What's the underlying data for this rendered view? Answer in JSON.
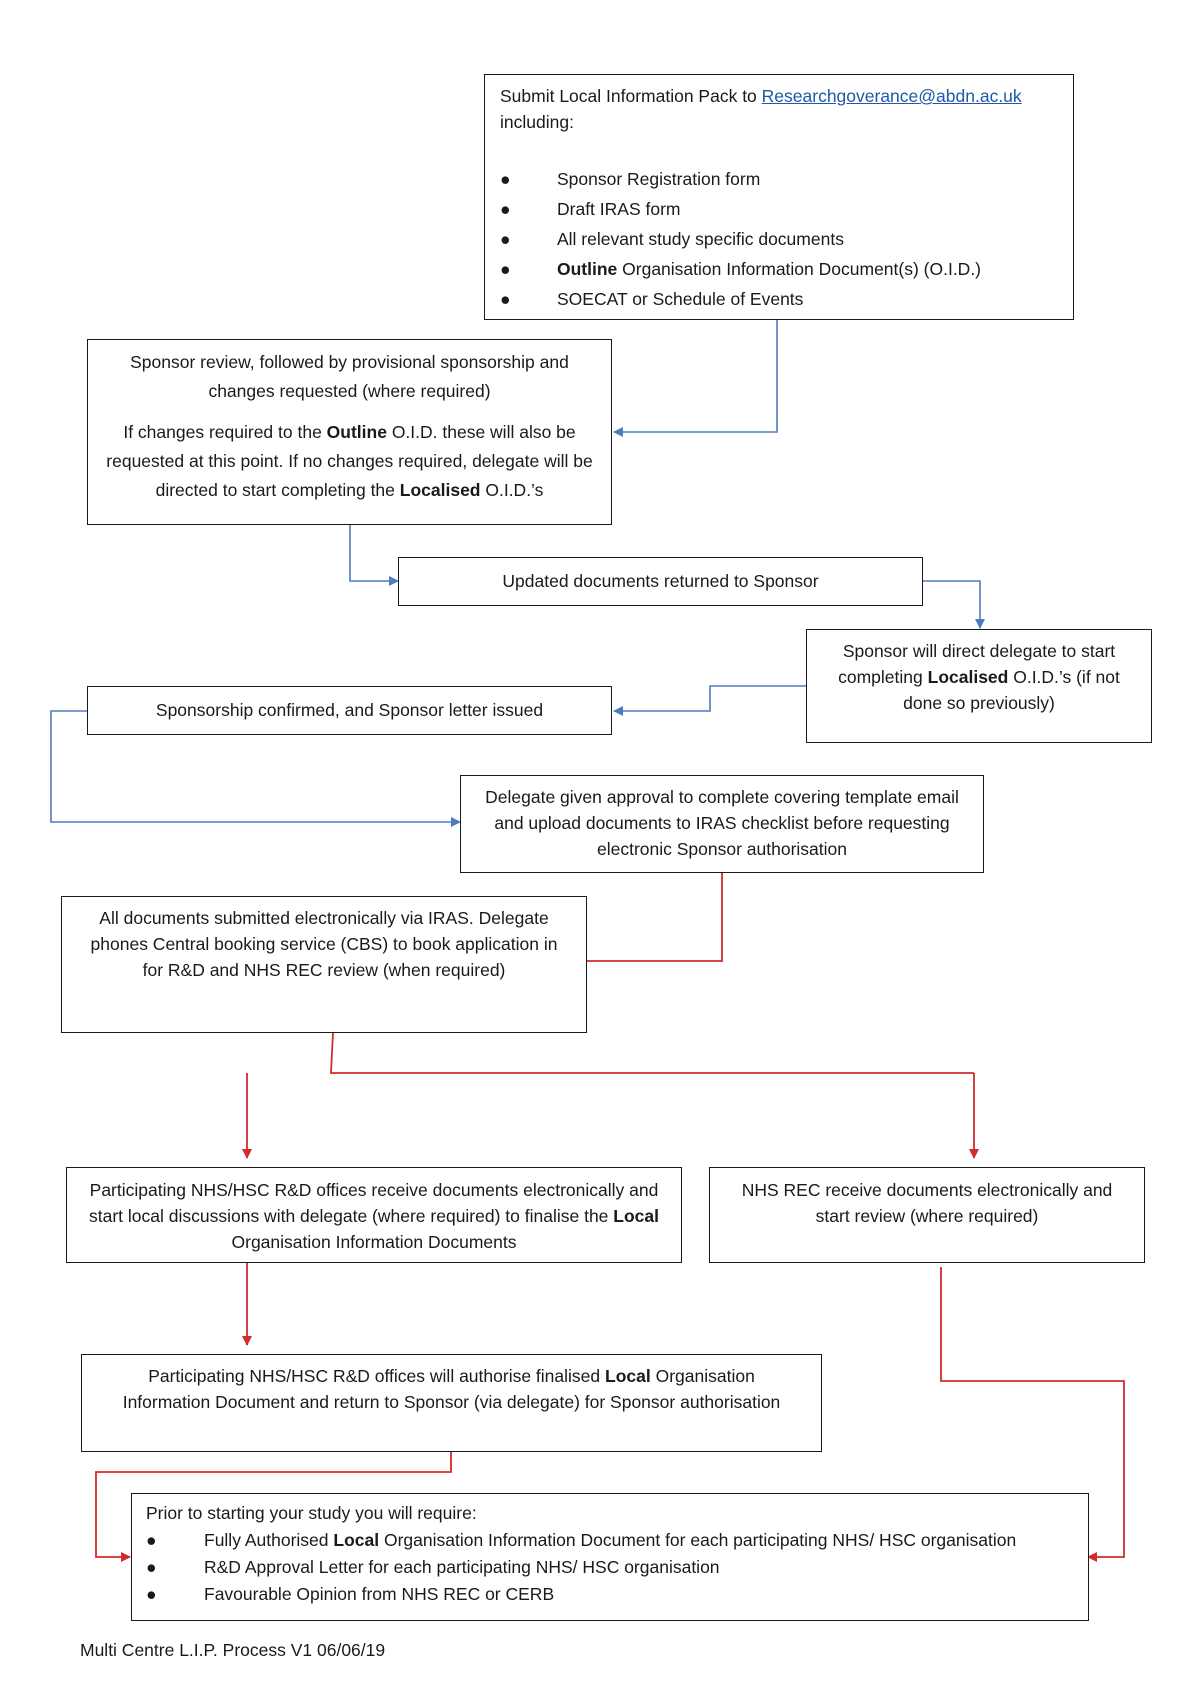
{
  "box1": {
    "intro": "Submit Local Information Pack to ",
    "email": "Researchgoverance@abdn.ac.uk",
    "intro_tail": "including:",
    "items": [
      {
        "bold": "",
        "text": "Sponsor Registration form"
      },
      {
        "bold": "",
        "text": "Draft IRAS form"
      },
      {
        "bold": "",
        "text": "All relevant study specific documents"
      },
      {
        "bold": "Outline",
        "text": " Organisation Information Document(s) (O.I.D.)"
      },
      {
        "bold": "",
        "text": "SOECAT or Schedule of Events"
      }
    ]
  },
  "box2": {
    "p1": "Sponsor review, followed by provisional sponsorship and changes requested (where required)",
    "p2_a": "If changes required to the ",
    "p2_b": "Outline",
    "p2_c": " O.I.D. these will also be requested at this point. If no changes required, delegate will be directed to start completing the ",
    "p2_d": "Localised",
    "p2_e": " O.I.D.’s"
  },
  "box3": {
    "text": "Updated documents returned to Sponsor"
  },
  "box4": {
    "a": "Sponsor will direct delegate to start completing ",
    "b": "Localised",
    "c": " O.I.D.’s (if not done so previously)"
  },
  "box5": {
    "text": "Sponsorship confirmed, and Sponsor letter issued"
  },
  "box6": {
    "text": "Delegate given approval to complete covering template email and upload documents to IRAS checklist before requesting electronic Sponsor authorisation"
  },
  "box7": {
    "text": "All documents submitted electronically via IRAS. Delegate phones Central booking service (CBS) to book application in for R&D and NHS REC review (when required)"
  },
  "box8": {
    "a": "Participating NHS/HSC R&D offices receive documents  electronically and start local discussions with delegate (where required) to finalise the ",
    "b": "Local",
    "c": " Organisation Information Documents"
  },
  "box9": {
    "text": "NHS REC receive documents electronically and start review (where required)"
  },
  "box10": {
    "a": "Participating NHS/HSC R&D offices will authorise finalised ",
    "b": "Local",
    "c": " Organisation Information Document and return to Sponsor (via delegate) for Sponsor authorisation"
  },
  "box11": {
    "intro": "Prior to starting your study you will require:",
    "items": [
      {
        "pre": "Fully Authorised ",
        "bold": "Local",
        "post": " Organisation Information Document for each participating NHS/ HSC organisation"
      },
      {
        "pre": "R&D Approval Letter for each participating NHS/ HSC organisation",
        "bold": "",
        "post": ""
      },
      {
        "pre": "Favourable Opinion from NHS REC or CERB",
        "bold": "",
        "post": ""
      }
    ]
  },
  "bullet_glyph": "●",
  "footer": "Multi Centre L.I.P. Process V1 06/06/19",
  "colors": {
    "blue": "#4f7bbf",
    "red": "#d42a2a",
    "border": "#1a1a1a"
  }
}
